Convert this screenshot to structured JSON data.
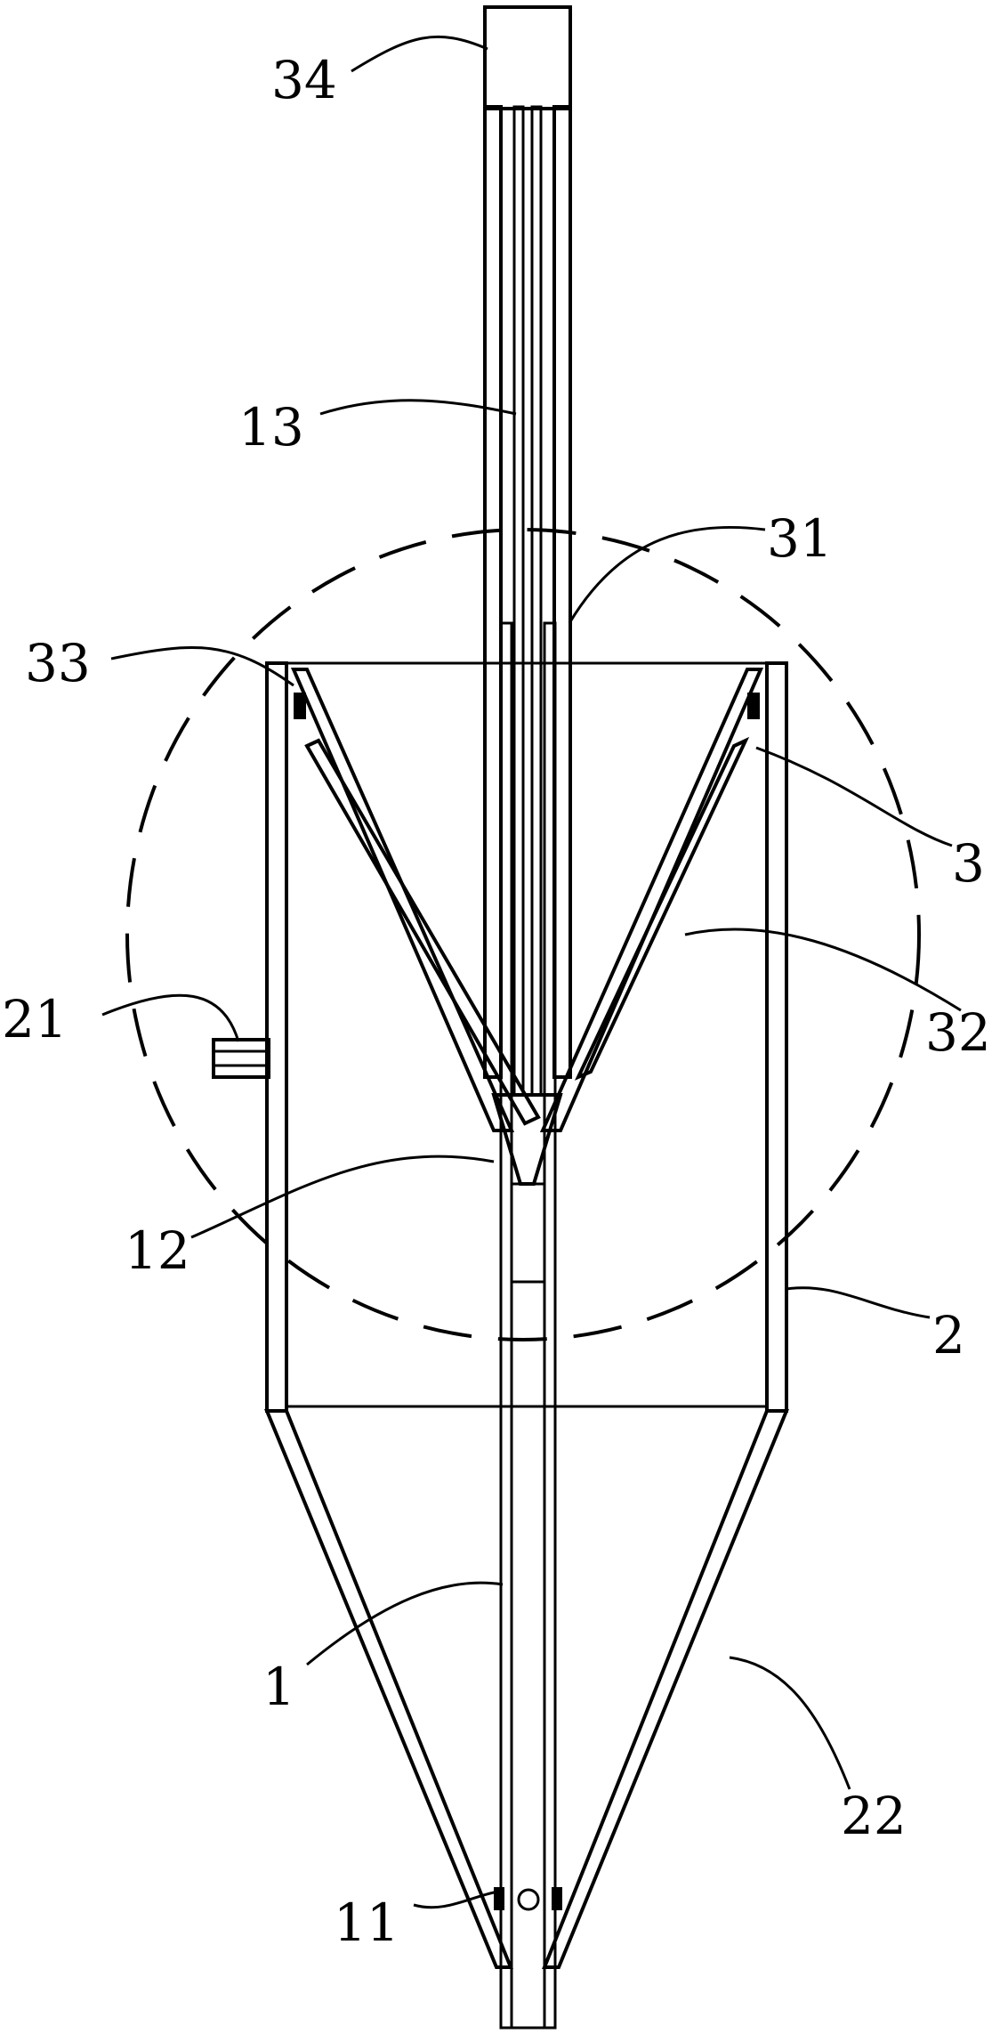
{
  "labels": {
    "l34": "34",
    "l13": "13",
    "l31": "31",
    "l33": "33",
    "l3": "3",
    "l21": "21",
    "l32": "32",
    "l12": "12",
    "l2": "2",
    "l1": "1",
    "l22": "22",
    "l11": "11"
  }
}
